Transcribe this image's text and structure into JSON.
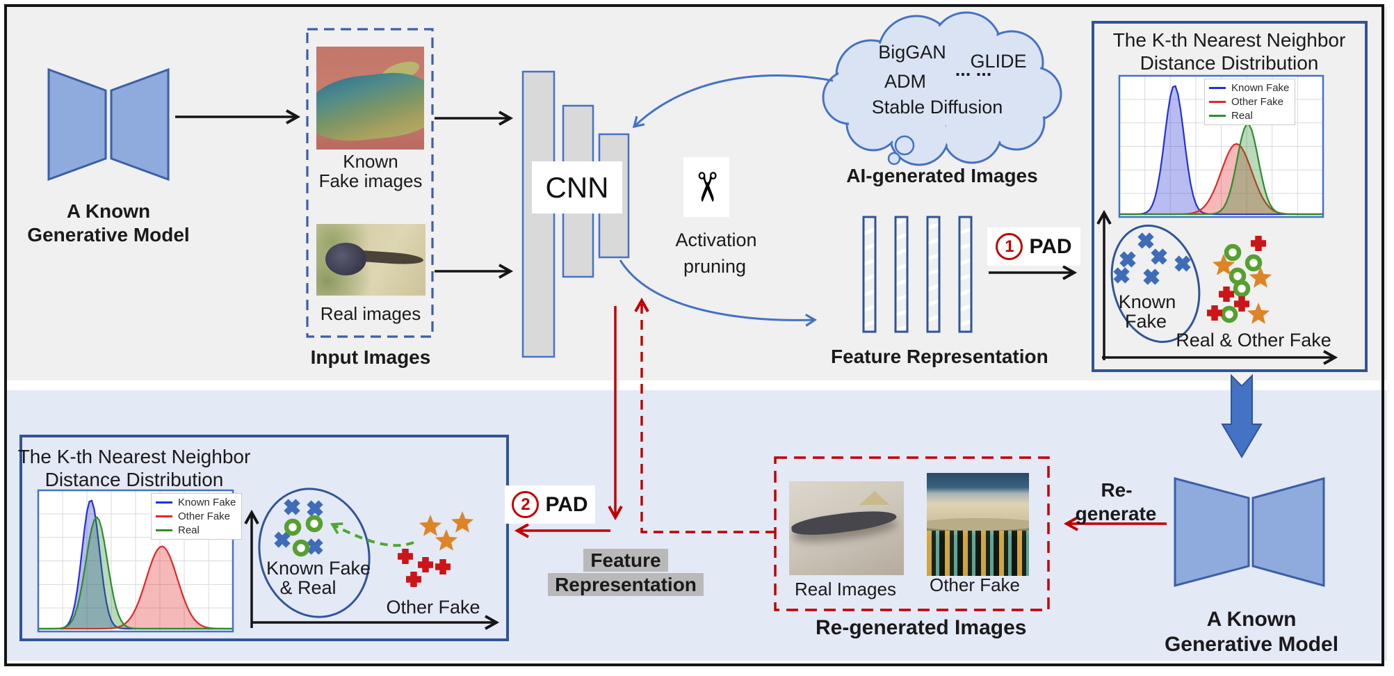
{
  "colors": {
    "accent_blue": "#4472c4",
    "dark_blue_border": "#2f5597",
    "shape_fill": "#8faadc",
    "cloud_fill": "#dae3f3",
    "red": "#c00000",
    "bar_fill": "#d9d9d9",
    "panel_top": "#f0f0f1",
    "panel_bottom": "#e4e9f6",
    "highlight_gray": "#b9b9b9",
    "marker_x": "#3e6cb8",
    "marker_donut": "#55a02e",
    "marker_plus": "#cc1518",
    "marker_star": "#dd8426",
    "kde_blue": "#2330d4",
    "kde_red": "#e32626",
    "kde_green": "#2c8c2c"
  },
  "top": {
    "gen_model": {
      "line1": "A Known",
      "line2": "Generative Model"
    },
    "input": {
      "known1": "Known",
      "known2": "Fake images",
      "real": "Real images",
      "caption": "Input Images"
    },
    "cnn_label": "CNN",
    "pruning": {
      "line1": "Activation",
      "line2": "pruning"
    },
    "cloud": {
      "biggan": "BigGAN",
      "glide": "GLIDE",
      "adm": "ADM",
      "dots": "... ...",
      "stable": "Stable Diffusion",
      "caption": "AI-generated Images"
    },
    "features_caption": "Feature Representation",
    "pad1": {
      "num": "1",
      "label": "PAD"
    },
    "knn": {
      "title1": "The K-th Nearest Neighbor",
      "title2": "Distance Distribution",
      "cluster1": "Known",
      "cluster2": "Fake",
      "axis": "Real & Other Fake"
    }
  },
  "bottom": {
    "knn": {
      "title1": "The K-th Nearest Neighbor",
      "title2": "Distance Distribution",
      "cluster1": "Known Fake",
      "cluster2": "& Real",
      "axis": "Other Fake"
    },
    "pad2": {
      "num": "2",
      "label": "PAD"
    },
    "features": {
      "line1": "Feature",
      "line2": "Representation"
    },
    "regen_box": {
      "real_label": "Real Images",
      "fake_label": "Other Fake",
      "caption": "Re-generated Images"
    },
    "regenerate": {
      "line1": "Re-",
      "line2": "generate"
    },
    "gen_model": {
      "line1": "A Known",
      "line2": "Generative Model"
    }
  },
  "chart_data": [
    {
      "id": "knn-distance-distribution-top",
      "type": "area",
      "title": "The K-th Nearest Neighbor Distance Distribution",
      "xlabel": "",
      "ylabel": "",
      "grid": true,
      "legend_position": "top-right",
      "legend": [
        "Known Fake",
        "Other Fake",
        "Real"
      ],
      "series": [
        {
          "name": "Known Fake",
          "color_key": "kde_blue",
          "mean": 0.27,
          "sd": 0.047,
          "peak": 0.97
        },
        {
          "name": "Other Fake",
          "color_key": "kde_red",
          "mean": 0.575,
          "sd": 0.075,
          "peak": 0.53
        },
        {
          "name": "Real",
          "color_key": "kde_green",
          "mean": 0.63,
          "sd": 0.052,
          "peak": 0.68
        }
      ],
      "scatter": {
        "cluster_label": "Known Fake",
        "axis_label": "Real & Other Fake",
        "x_markers": [
          [
            1648,
            346
          ],
          [
            1622,
            373
          ],
          [
            1667,
            369
          ],
          [
            1613,
            396
          ],
          [
            1656,
            398
          ],
          [
            1701,
            379
          ]
        ],
        "donuts": [
          [
            1773,
            363
          ],
          [
            1803,
            378
          ],
          [
            1780,
            397
          ],
          [
            1786,
            415
          ],
          [
            1768,
            452
          ]
        ],
        "pluses": [
          [
            1810,
            350
          ],
          [
            1764,
            423
          ],
          [
            1786,
            437
          ],
          [
            1747,
            450
          ]
        ],
        "stars": [
          [
            1760,
            382
          ],
          [
            1813,
            400
          ],
          [
            1810,
            452
          ]
        ]
      }
    },
    {
      "id": "knn-distance-distribution-bottom",
      "type": "area",
      "title": "The K-th Nearest Neighbor Distance Distribution",
      "xlabel": "",
      "ylabel": "",
      "grid": true,
      "legend_position": "top-right",
      "legend": [
        "Known Fake",
        "Other Fake",
        "Real"
      ],
      "series": [
        {
          "name": "Known Fake",
          "color_key": "kde_blue",
          "mean": 0.27,
          "sd": 0.045,
          "peak": 0.97
        },
        {
          "name": "Other Fake",
          "color_key": "kde_red",
          "mean": 0.635,
          "sd": 0.08,
          "peak": 0.62
        },
        {
          "name": "Real",
          "color_key": "kde_green",
          "mean": 0.3,
          "sd": 0.055,
          "peak": 0.84
        }
      ],
      "scatter": {
        "cluster_label": "Known Fake & Real",
        "axis_label": "Other Fake",
        "x_markers": [
          [
            420,
            729
          ],
          [
            453,
            731
          ],
          [
            406,
            776
          ],
          [
            453,
            786
          ]
        ],
        "donuts": [
          [
            421,
            758
          ],
          [
            452,
            753
          ],
          [
            433,
            788
          ]
        ],
        "pluses": [
          [
            583,
            800
          ],
          [
            612,
            812
          ],
          [
            637,
            815
          ],
          [
            595,
            833
          ]
        ],
        "stars": [
          [
            619,
            757
          ],
          [
            642,
            778
          ],
          [
            665,
            752
          ]
        ]
      }
    }
  ]
}
